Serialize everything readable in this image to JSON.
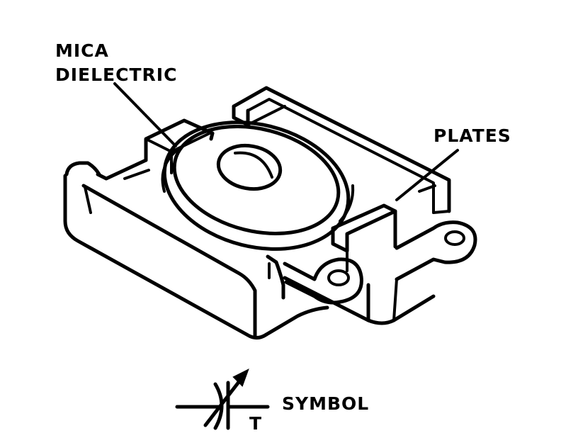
{
  "labels": {
    "mica_line1": "MICA",
    "mica_line2": "DIELECTRIC",
    "plates": "PLATES",
    "symbol": "SYMBOL",
    "symbol_t": "T"
  },
  "colors": {
    "ink": "#000000",
    "paper": "#ffffff"
  }
}
